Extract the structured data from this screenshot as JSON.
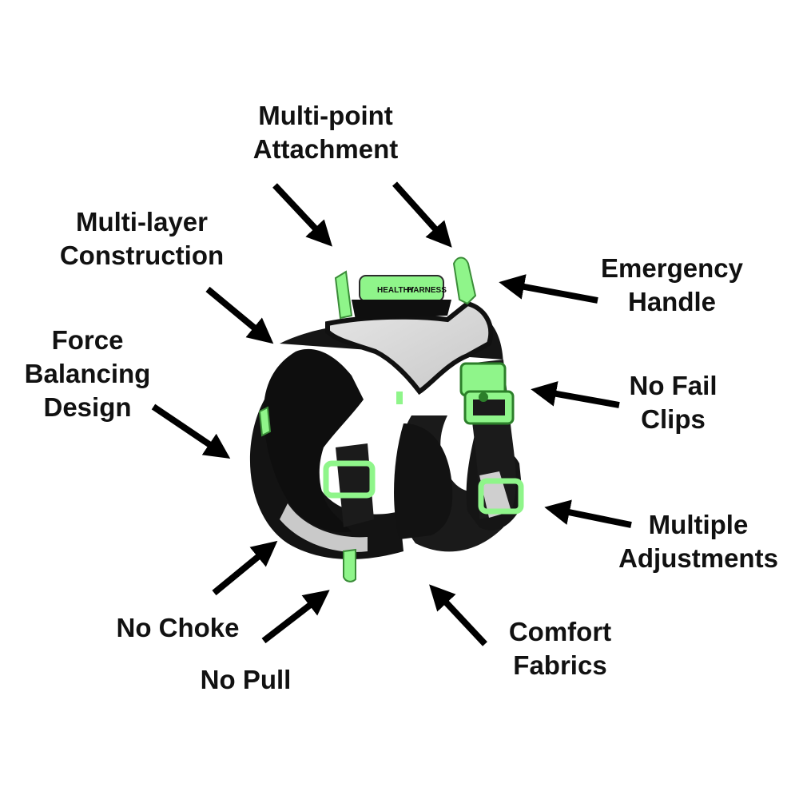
{
  "labels": {
    "multipoint": [
      "Multi-point",
      "Attachment"
    ],
    "multilayer": [
      "Multi-layer",
      "Construction"
    ],
    "emergency": [
      "Emergency",
      "Handle"
    ],
    "force": [
      "Force",
      "Balancing",
      "Design"
    ],
    "nofail": [
      "No Fail",
      "Clips"
    ],
    "multiple": [
      "Multiple",
      "Adjustments"
    ],
    "nochoke": [
      "No Choke"
    ],
    "nopull": [
      "No Pull"
    ],
    "comfort": [
      "Comfort",
      "Fabrics"
    ]
  },
  "handle_text": [
    "HEALTHY",
    "HARNESS"
  ],
  "colors": {
    "accent_green": "#8ff58a",
    "harness_black": "#111111",
    "reflective_gray": "#d8d8d8",
    "arrow": "#000000"
  }
}
